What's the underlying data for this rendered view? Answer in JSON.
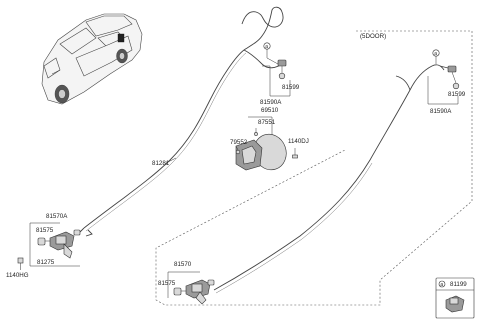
{
  "labels": {
    "p81281": "81281",
    "p81570A": "81570A",
    "p81575_left": "81575",
    "p81275": "81275",
    "p1140HG": "1140HG",
    "p81590A_top": "81590A",
    "p81599_top": "81599",
    "p69510": "69510",
    "p87551": "87551",
    "p79552": "79552",
    "p1140DJ": "1140DJ",
    "variant": "(5DOOR)",
    "p81599_right": "81599",
    "p81590A_right": "81590A",
    "p81570": "81570",
    "p81575_bottom": "81575",
    "p81199": "81199"
  },
  "callouts": {
    "a_top": "a",
    "a_right": "a",
    "a_box": "a"
  }
}
